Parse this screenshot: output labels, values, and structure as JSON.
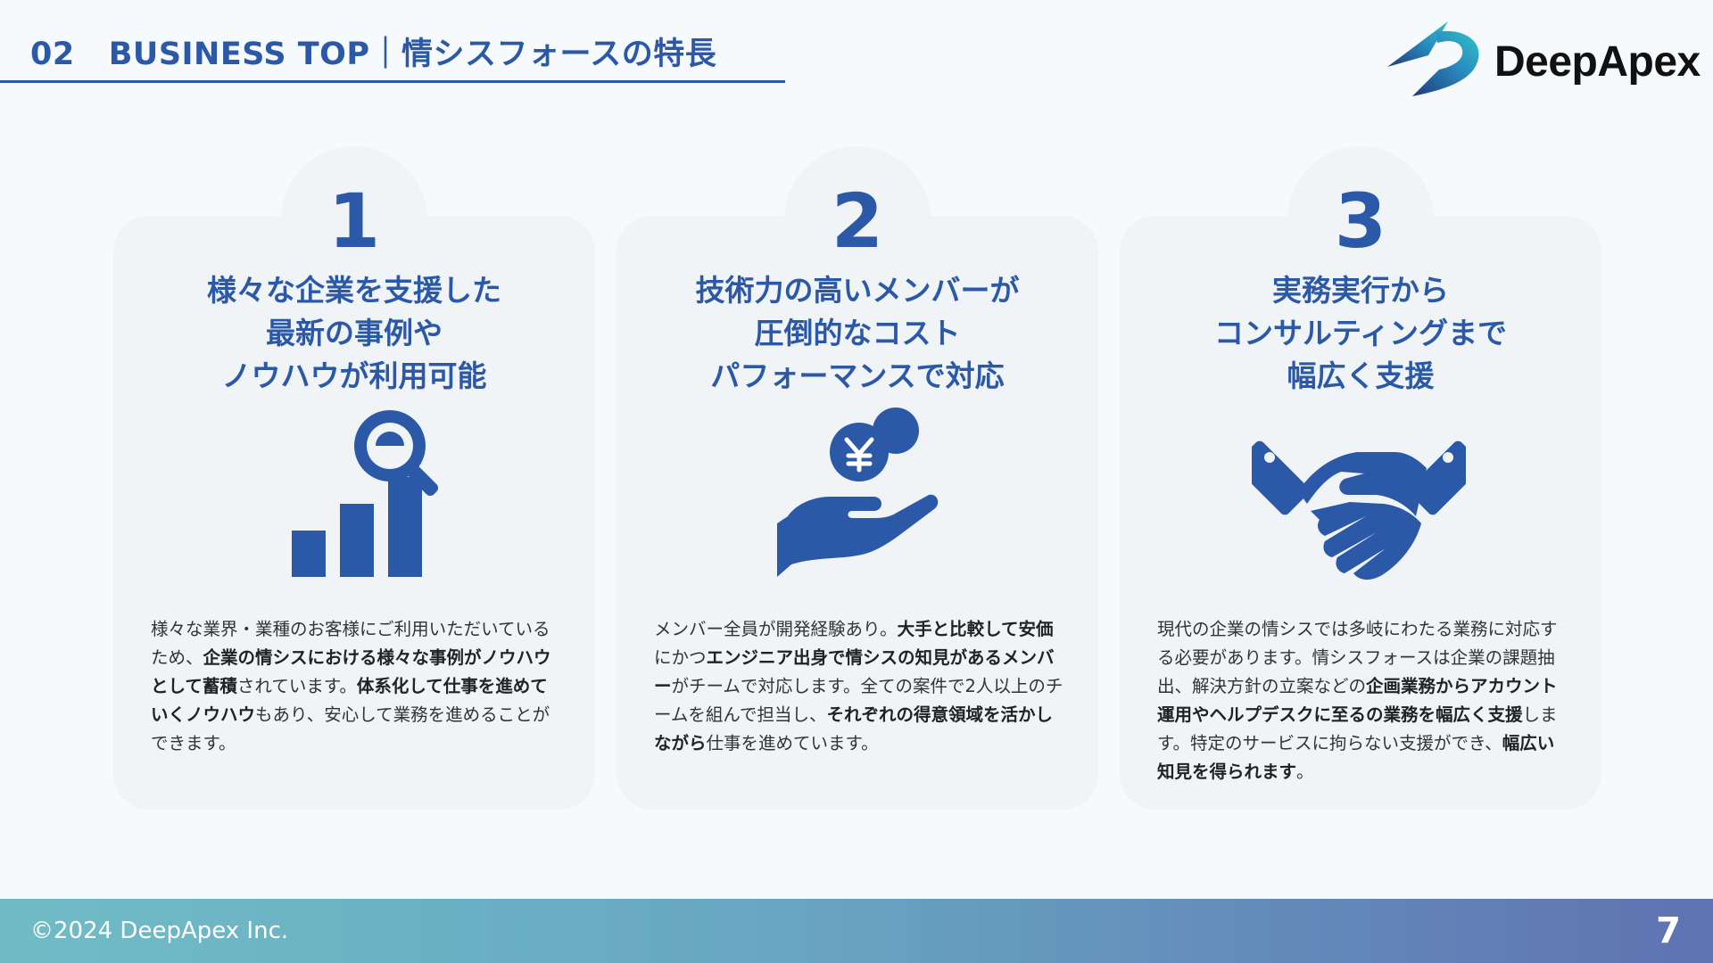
{
  "header": {
    "section_number": "02",
    "title": "BUSINESS TOP｜情シスフォースの特長"
  },
  "logo": {
    "text": "DeepApex",
    "colors": [
      "#2a8fc2",
      "#1e3b7a",
      "#2fc3c4"
    ]
  },
  "colors": {
    "accent": "#2b59a8",
    "card_bg": "#f0f4f7",
    "page_bg": "#f7fafd"
  },
  "cards": [
    {
      "number": "1",
      "title_lines": [
        "様々な企業を支援した",
        "最新の事例や",
        "ノウハウが利用可能"
      ],
      "icon": "chart-magnifier-icon",
      "body": [
        {
          "t": "様々な業界・業種のお客様にご利用いただいているため、",
          "b": false
        },
        {
          "t": "企業の情シスにおける様々な事例がノウハウとして蓄積",
          "b": true
        },
        {
          "t": "されています。",
          "b": false
        },
        {
          "t": "体系化して仕事を進めていくノウハウ",
          "b": true
        },
        {
          "t": "もあり、安心して業務を進めることができます。",
          "b": false
        }
      ]
    },
    {
      "number": "2",
      "title_lines": [
        "技術力の高いメンバーが",
        "圧倒的なコスト",
        "パフォーマンスで対応"
      ],
      "icon": "hand-coin-yen-icon",
      "body": [
        {
          "t": "メンバー全員が開発経験あり。",
          "b": false
        },
        {
          "t": "大手と比較して安価",
          "b": true
        },
        {
          "t": "にかつ",
          "b": false
        },
        {
          "t": "エンジニア出身で情シスの知見があるメンバー",
          "b": true
        },
        {
          "t": "がチームで対応します。全ての案件で2人以上のチームを組んで担当し、",
          "b": false
        },
        {
          "t": "それぞれの得意領域を活かしながら",
          "b": true
        },
        {
          "t": "仕事を進めています。",
          "b": false
        }
      ]
    },
    {
      "number": "3",
      "title_lines": [
        "実務実行から",
        "コンサルティングまで",
        "幅広く支援"
      ],
      "icon": "handshake-icon",
      "body": [
        {
          "t": "現代の企業の情シスでは多岐にわたる業務に対応する必要があります。情シスフォースは企業の課題抽出、解決方針の立案などの",
          "b": false
        },
        {
          "t": "企画業務からアカウント運用やヘルプデスクに至るの業務を幅広く支援",
          "b": true
        },
        {
          "t": "します。特定のサービスに拘らない支援ができ、",
          "b": false
        },
        {
          "t": "幅広い知見を得られます",
          "b": true
        },
        {
          "t": "。",
          "b": false
        }
      ]
    }
  ],
  "footer": {
    "copyright": "©2024 DeepApex Inc.",
    "page_number": "7"
  }
}
